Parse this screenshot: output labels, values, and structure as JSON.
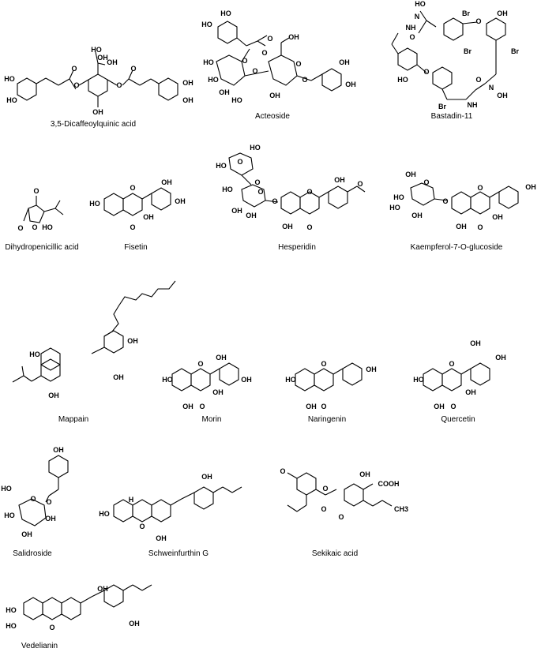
{
  "compounds": [
    {
      "name": "3,5-Dicaffeoylquinic acid",
      "labels": [
        "HO",
        "HO",
        "O",
        "O",
        "HO",
        "OH",
        "O",
        "O",
        "OH",
        "OH",
        "OH",
        "OH"
      ]
    },
    {
      "name": "Acteoside",
      "labels": [
        "HO",
        "HO",
        "O",
        "O",
        "OH",
        "HO",
        "O",
        "O",
        "O",
        "O",
        "HO",
        "OH",
        "HO",
        "OH",
        "OH",
        "OH"
      ]
    },
    {
      "name": "Bastadin-11",
      "labels": [
        "HO",
        "N",
        "O",
        "Br",
        "OH",
        "NH",
        "O",
        "Br",
        "Br",
        "HO",
        "O",
        "O",
        "Br",
        "NH",
        "N",
        "OH"
      ]
    },
    {
      "name": "Dihydropenicillic acid",
      "labels": [
        "O",
        "O",
        "O",
        "HO"
      ]
    },
    {
      "name": "Fisetin",
      "labels": [
        "HO",
        "O",
        "OH",
        "OH",
        "O",
        "OH"
      ]
    },
    {
      "name": "Hesperidin",
      "labels": [
        "HO",
        "OH",
        "HO",
        "O",
        "O",
        "O",
        "OH",
        "O",
        "HO",
        "O",
        "O",
        "OH",
        "O",
        "HO",
        "OH",
        "OH",
        "O"
      ]
    },
    {
      "name": "Kaempferol-7-O-glucoside",
      "labels": [
        "OH",
        "HO",
        "O",
        "O",
        "O",
        "OH",
        "HO",
        "OH",
        "OH",
        "O",
        "OH"
      ]
    },
    {
      "name": "Mappain",
      "labels": [
        "OH",
        "HO",
        "OH",
        "OH"
      ]
    },
    {
      "name": "Morin",
      "labels": [
        "HO",
        "O",
        "OH",
        "OH",
        "OH",
        "O",
        "OH"
      ]
    },
    {
      "name": "Naringenin",
      "labels": [
        "HO",
        "O",
        "OH",
        "OH",
        "O"
      ]
    },
    {
      "name": "Quercetin",
      "labels": [
        "OH",
        "OH",
        "HO",
        "O",
        "OH",
        "OH",
        "O"
      ]
    },
    {
      "name": "Salidroside",
      "labels": [
        "OH",
        "HO",
        "O",
        "O",
        "HO",
        "OH",
        "OH"
      ]
    },
    {
      "name": "Schweinfurthin G",
      "labels": [
        "OH",
        "HO",
        "H",
        "O",
        "OH"
      ]
    },
    {
      "name": "Sekikaic acid",
      "labels": [
        "O",
        "OH",
        "COOH",
        "O",
        "O",
        "O",
        "CH3"
      ]
    },
    {
      "name": "Vedelianin",
      "labels": [
        "OH",
        "HO",
        "HO",
        "O",
        "OH"
      ]
    }
  ]
}
